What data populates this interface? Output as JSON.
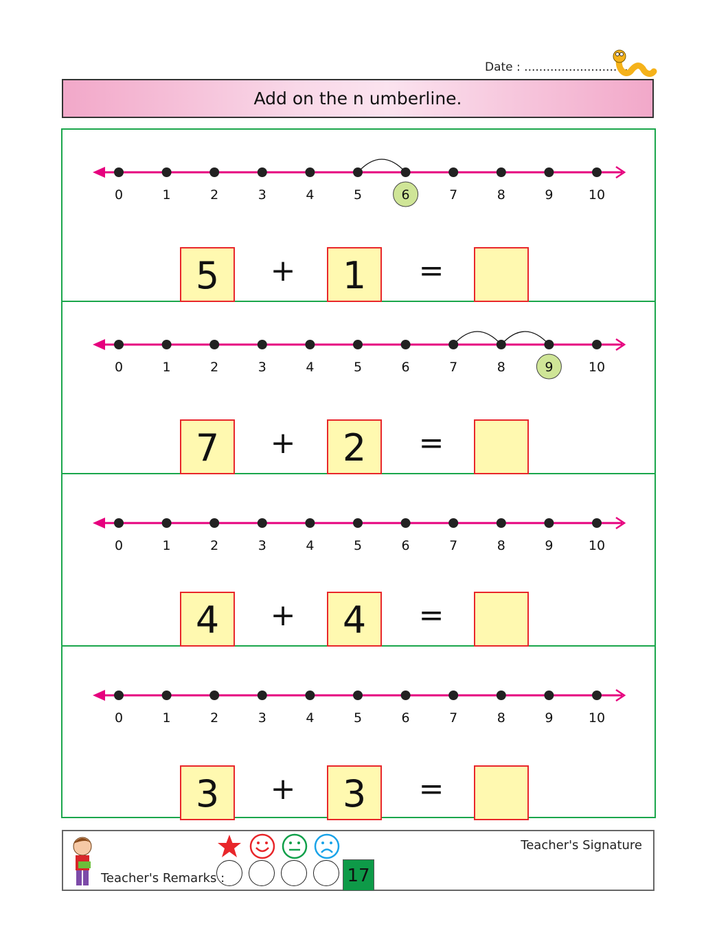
{
  "date_label": "Date : .............................",
  "title": "Add on the n umberline.",
  "colors": {
    "line": "#e6007e",
    "box_fill": "#fff9b0",
    "box_border": "#e8262a",
    "highlight": "#cfe597",
    "frame": "#1aa64b"
  },
  "numberline_labels": [
    "0",
    "1",
    "2",
    "3",
    "4",
    "5",
    "6",
    "7",
    "8",
    "9",
    "10"
  ],
  "problems": [
    {
      "a": "5",
      "plus": "+",
      "b": "1",
      "equals": "=",
      "answer": "",
      "highlight": 6,
      "jumps_from": 5,
      "jumps": 1
    },
    {
      "a": "7",
      "plus": "+",
      "b": "2",
      "equals": "=",
      "answer": "",
      "highlight": 9,
      "jumps_from": 7,
      "jumps": 2
    },
    {
      "a": "4",
      "plus": "+",
      "b": "4",
      "equals": "=",
      "answer": "",
      "highlight": null,
      "jumps_from": null,
      "jumps": 0
    },
    {
      "a": "3",
      "plus": "+",
      "b": "3",
      "equals": "=",
      "answer": "",
      "highlight": null,
      "jumps_from": null,
      "jumps": 0
    }
  ],
  "footer": {
    "remarks_label": "Teacher's Remarks :",
    "signature_label": "Teacher's Signature",
    "page_number": "17"
  }
}
